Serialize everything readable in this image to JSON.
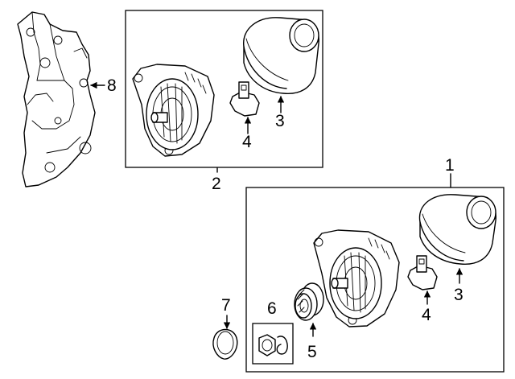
{
  "callouts": {
    "c1": "1",
    "c2": "2",
    "c3a": "3",
    "c3b": "3",
    "c4a": "4",
    "c4b": "4",
    "c5": "5",
    "c6": "6",
    "c7": "7",
    "c8": "8"
  }
}
